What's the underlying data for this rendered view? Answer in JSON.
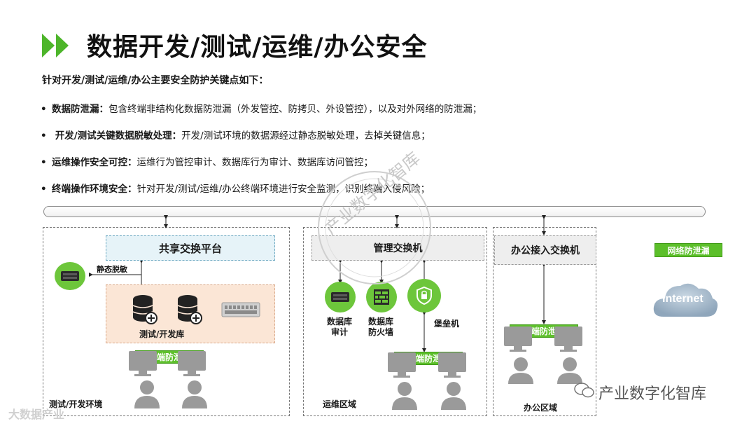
{
  "title": "数据开发/测试/运维/办公安全",
  "intro": "针对开发/测试/运维/办公主要安全防护关键点如下：",
  "bullets": [
    {
      "bullet": "•",
      "term": "数据防泄漏：",
      "text": "包含终端非结构化数据防泄漏（外发管控、防拷贝、外设管控），以及对外网络的防泄漏；"
    },
    {
      "bullet": "•",
      "term": " 开发/测试关键数据脱敏处理：",
      "text": "开发/测试环境的数据源经过静态脱敏处理，去掉关键信息；"
    },
    {
      "bullet": "•",
      "term": "运维操作安全可控：",
      "text": "运维行为管控审计、数据库行为审计、数据库访问管控；"
    },
    {
      "bullet": "•",
      "term": "终端操作环境安全：",
      "text": "针对开发/测试/运维/办公终端环境进行安全监测，识别终端入侵风险；"
    }
  ],
  "diagram": {
    "dev_zone": {
      "platform": "共享交换平台",
      "masking": "静态脱敏",
      "db": "测试/开发库",
      "dlp": "终端防泄漏",
      "zone_label": "测试/开发环境"
    },
    "ops_zone": {
      "switch": "管理交换机",
      "db_audit": "数据库\n审计",
      "db_firewall": "数据库\n防火墙",
      "bastion": "堡垒机",
      "dlp": "终端防泄漏",
      "zone_label": "运维区域"
    },
    "office_zone": {
      "switch": "办公接入交换机",
      "dlp": "终端防泄漏",
      "zone_label": "办公区域"
    },
    "network_dlp": "网络防泄漏",
    "internet": "Internet"
  },
  "watermarks": {
    "stamp": "产业数字化智库",
    "wechat": "产业数字化智库",
    "corner": "大数据产业"
  },
  "colors": {
    "accent_green": "#5cbf2a",
    "icon_green": "#6dc63b",
    "blue_box": "#e6f3f8",
    "peach_box": "#fbe6d6"
  }
}
